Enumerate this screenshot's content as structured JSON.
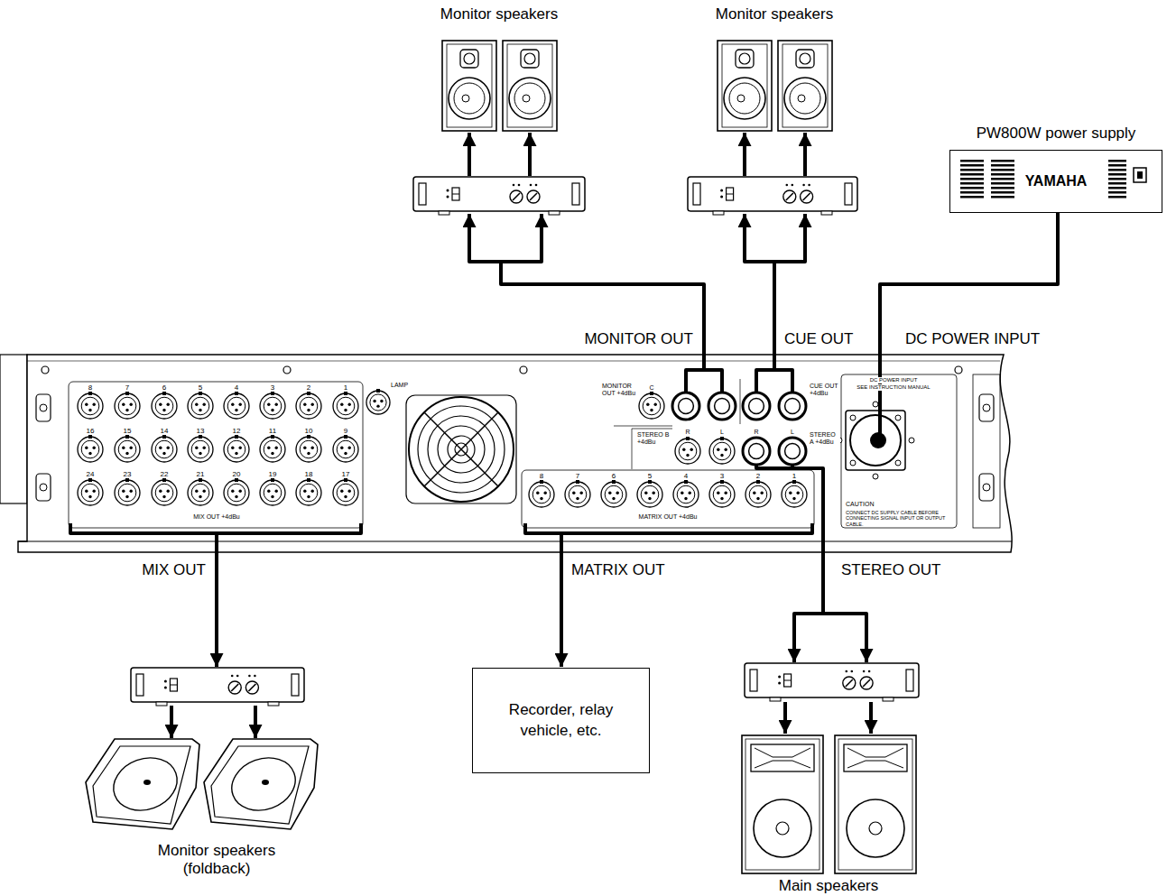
{
  "diagram": {
    "nodes": [
      {
        "text": [
          "PW800W power supply",
          "YAMAHA"
        ]
      },
      {
        "text": [
          "Recorder, relay vehicle, etc."
        ]
      }
    ],
    "labels": [
      "Monitor speakers",
      "Monitor speakers",
      "MONITOR OUT",
      "CUE OUT",
      "DC POWER INPUT",
      "MIX OUT",
      "MATRIX OUT",
      "STEREO OUT",
      "Monitor speakers (foldback)",
      "Main speakers",
      "LAMP",
      "MIX OUT +4dBu",
      "MATRIX OUT +4dBu",
      "MONITOR OUT +4dBu",
      "C",
      "CUE OUT +4dBu",
      "STEREO B +4dBu",
      "R",
      "L",
      "R",
      "L",
      "STEREO A +4dBu",
      "DC POWER INPUT",
      "SEE INSTRUCTION MANUAL",
      "CAUTION",
      "CONNECT DC SUPPLY CABLE BEFORE CONNECTING SIGNAL INPUT OR OUTPUT CABLE.",
      "8",
      "7",
      "6",
      "5",
      "4",
      "3",
      "2",
      "1",
      "16",
      "15",
      "14",
      "13",
      "12",
      "11",
      "10",
      "9",
      "24",
      "23",
      "22",
      "21",
      "20",
      "19",
      "18",
      "17",
      "8",
      "7",
      "6",
      "5",
      "4",
      "3",
      "2",
      "1"
    ]
  }
}
